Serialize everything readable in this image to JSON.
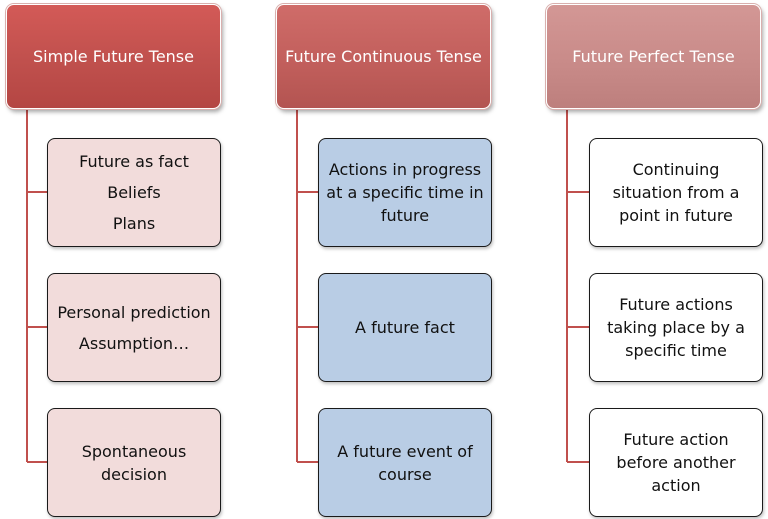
{
  "columns": [
    {
      "title": "Simple Future Tense",
      "items": [
        [
          "Future as fact",
          "Beliefs",
          "Plans"
        ],
        [
          "Personal prediction",
          "Assumption…"
        ],
        [
          "Spontaneous decision"
        ]
      ]
    },
    {
      "title": "Future Continuous Tense",
      "items": [
        [
          "Actions in progress at a specific time in future"
        ],
        [
          "A future fact"
        ],
        [
          "A future event of course"
        ]
      ]
    },
    {
      "title": "Future Perfect Tense",
      "items": [
        [
          "Continuing situation from a point in future"
        ],
        [
          "Future actions taking place by a specific time"
        ],
        [
          "Future action before another action"
        ]
      ]
    }
  ],
  "colors": {
    "header_1": "#c0504d",
    "header_2": "#c25f5c",
    "header_3": "#c98b89",
    "child_fill_1": "#f2dcdb",
    "child_fill_2": "#b9cde5",
    "child_fill_3": "#ffffff",
    "connector": "#c0504d"
  }
}
